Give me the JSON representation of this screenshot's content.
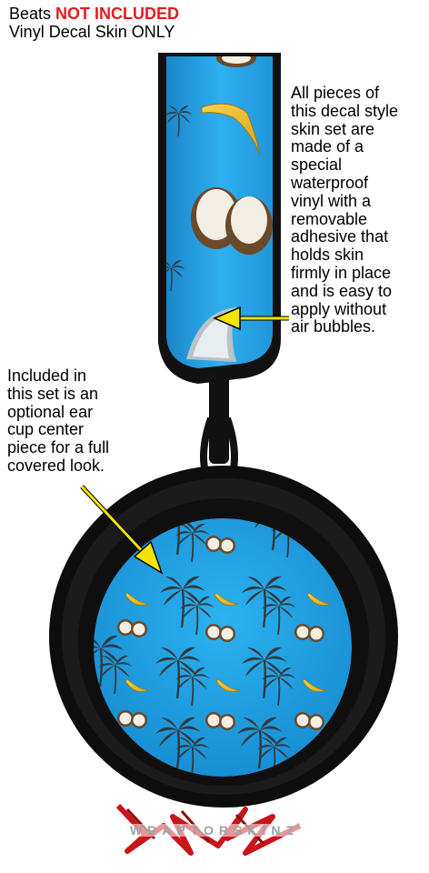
{
  "header": {
    "prefix": "Beats",
    "highlight": "NOT INCLUDED",
    "line2": "Vinyl Decal Skin ONLY"
  },
  "notes": {
    "right_lines": [
      "All pieces of",
      "this decal style",
      "skin set are",
      "made of a",
      "special",
      "waterproof",
      "vinyl with a",
      "removable",
      "adhesive that",
      "holds skin",
      "firmly in place",
      "and is easy to",
      "apply without",
      "air bubbles."
    ],
    "left_lines": [
      "Included in",
      "this set is an",
      "optional ear",
      "cup center",
      "piece for a full",
      "covered look."
    ]
  },
  "colors": {
    "accent_red": "#e31b1b",
    "skin_blue": "#1a9fe0",
    "headphone_black": "#111111",
    "arrow_yellow": "#f3e400"
  },
  "watermark": "WRAPTORSKINZ"
}
